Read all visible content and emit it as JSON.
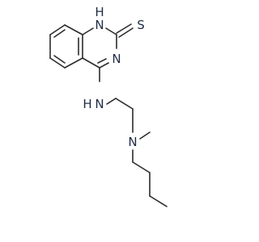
{
  "molecule": {
    "atom_labels": {
      "n1h_h": "H",
      "n1h_n": "N",
      "thione_s": "S",
      "n3": "N",
      "nh_n": "N",
      "nh_h": "H",
      "amine_n": "N"
    }
  }
}
